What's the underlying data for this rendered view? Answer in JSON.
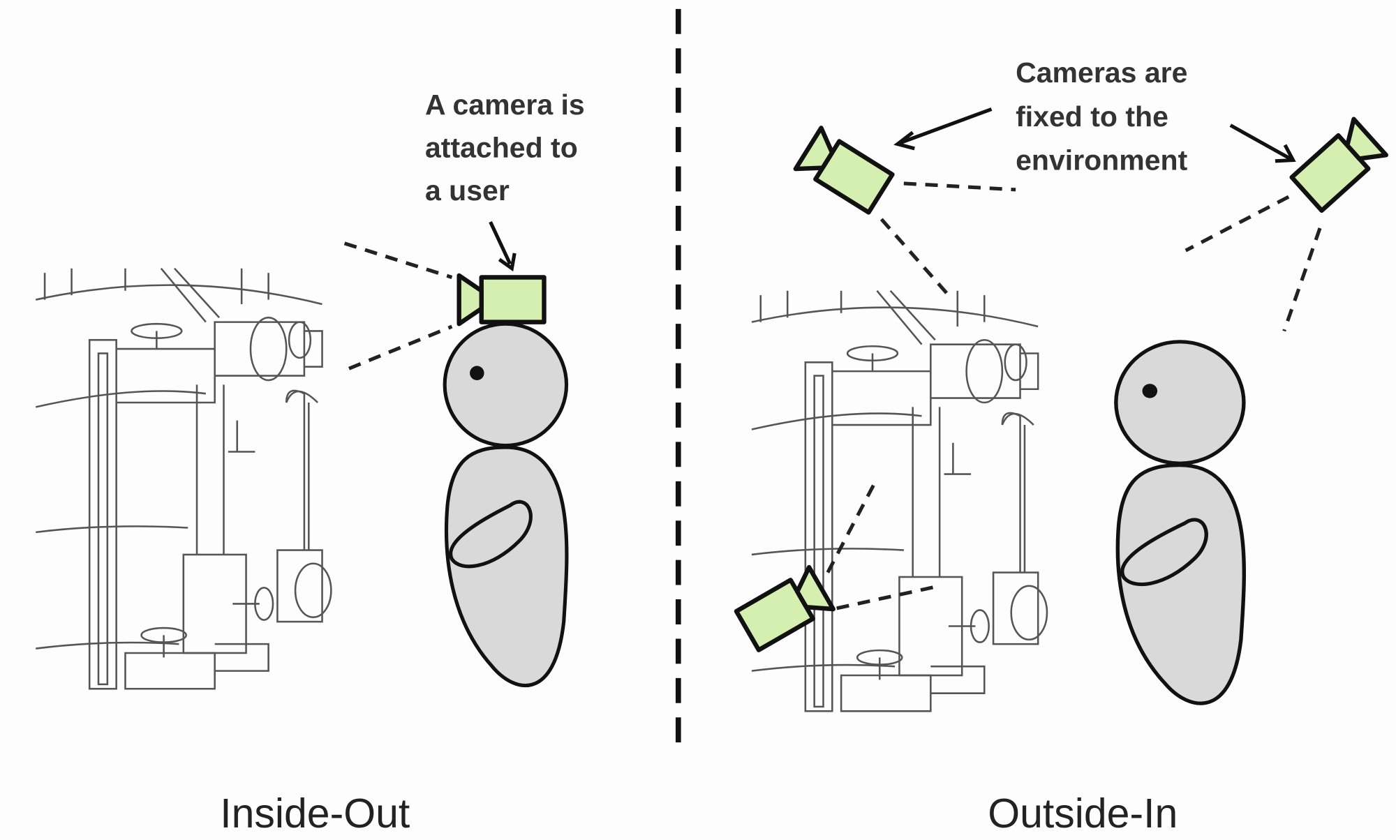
{
  "left_panel": {
    "title": "Inside-Out",
    "annotation": [
      "A camera is",
      "attached to",
      "a user"
    ]
  },
  "right_panel": {
    "title": "Outside-In",
    "annotation": [
      "Cameras are",
      "fixed to the",
      "environment"
    ]
  },
  "colors": {
    "camera_fill": "#d4efb0",
    "person_fill": "#d9d9d9",
    "outline": "#111111"
  }
}
